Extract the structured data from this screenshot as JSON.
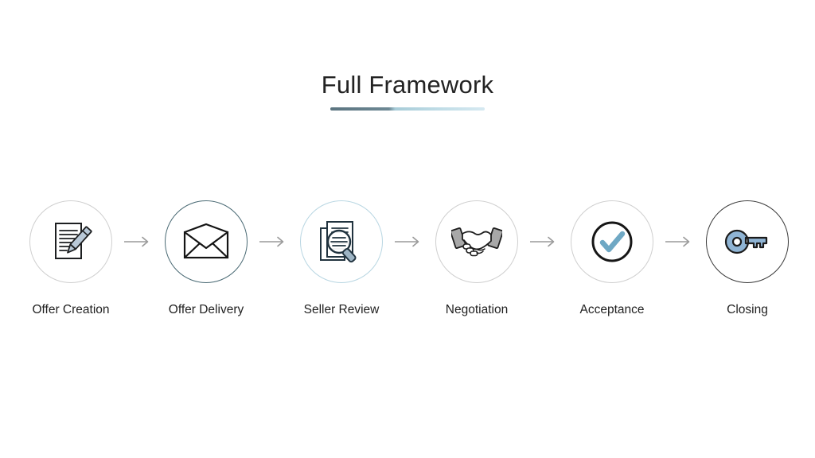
{
  "slide": {
    "title": "Full Framework",
    "background_color": "#ffffff",
    "underline": {
      "gradient_from": "#5b7480",
      "gradient_to": "#d6e9f1"
    }
  },
  "flow": {
    "connector_icon": "arrow-right-icon",
    "connector_color": "#9a9a9a",
    "steps": [
      {
        "label": "Offer Creation",
        "icon": "document-pen-icon",
        "ring_color": "#cfcfcf",
        "accent_color": "#aebfcc"
      },
      {
        "label": "Offer Delivery",
        "icon": "envelope-icon",
        "ring_color": "#4a6a74",
        "accent_color": "#1a1a1a"
      },
      {
        "label": "Seller Review",
        "icon": "document-magnifier-icon",
        "ring_color": "#b8d6e2",
        "accent_color": "#8fa8bb"
      },
      {
        "label": "Negotiation",
        "icon": "handshake-icon",
        "ring_color": "#cfcfcf",
        "accent_color": "#9a9a9a"
      },
      {
        "label": "Acceptance",
        "icon": "check-circle-icon",
        "ring_color": "#cfcfcf",
        "accent_color": "#6fa8c4"
      },
      {
        "label": "Closing",
        "icon": "key-icon",
        "ring_color": "#3a3a3a",
        "accent_color": "#8fb4d4"
      }
    ]
  }
}
